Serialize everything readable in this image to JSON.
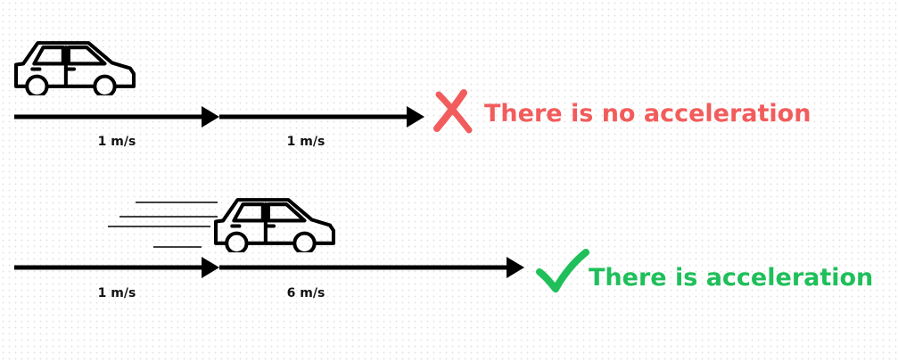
{
  "scenarios": [
    {
      "segments": [
        {
          "speed_label": "1 m/s"
        },
        {
          "speed_label": "1 m/s"
        }
      ],
      "verdict": {
        "text": "There is no acceleration",
        "icon": "cross-icon",
        "color": "#f25c5c"
      }
    },
    {
      "segments": [
        {
          "speed_label": "1 m/s"
        },
        {
          "speed_label": "6 m/s"
        }
      ],
      "verdict": {
        "text": "There is acceleration",
        "icon": "check-icon",
        "color": "#1fbf5a"
      }
    }
  ],
  "colors": {
    "ink": "#000000"
  }
}
